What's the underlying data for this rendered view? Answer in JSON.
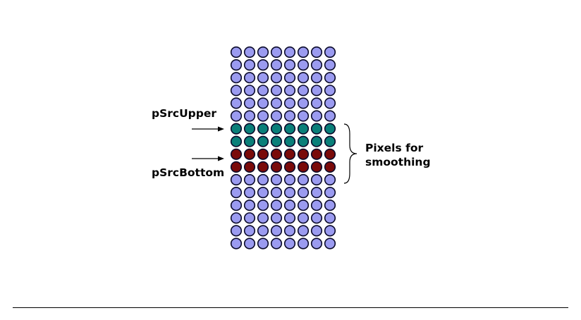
{
  "diagram": {
    "grid_columns": 8,
    "grid_rows": 16,
    "pixel_colors": {
      "default": "#9b9bf0",
      "upper": "#0a7f79",
      "bottom": "#7a0a0a",
      "stroke": "#0a0a2a"
    },
    "row_groups": [
      {
        "rows": [
          0,
          1,
          2,
          3,
          4,
          5
        ],
        "type": "default"
      },
      {
        "rows": [
          6,
          7
        ],
        "type": "upper"
      },
      {
        "rows": [
          8,
          9
        ],
        "type": "bottom"
      },
      {
        "rows": [
          10,
          11,
          12,
          13,
          14,
          15
        ],
        "type": "default"
      }
    ],
    "labels": {
      "upper_pointer": "pSrcUpper",
      "bottom_pointer": "pSrcBottom",
      "brace_line1": "Pixels for",
      "brace_line2": "smoothing"
    }
  }
}
